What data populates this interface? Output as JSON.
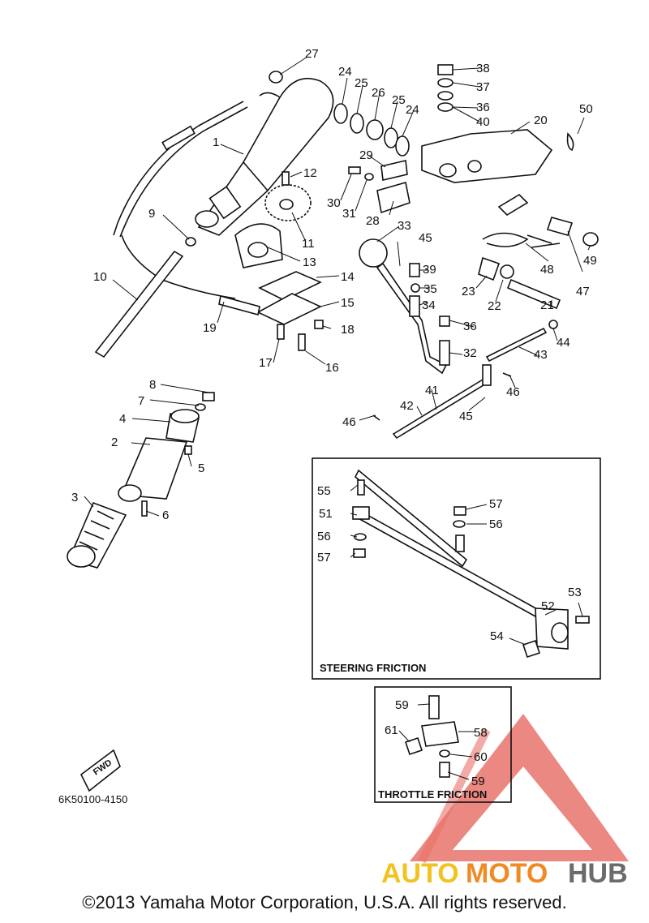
{
  "callouts": {
    "c1": "1",
    "c2": "2",
    "c3": "3",
    "c4": "4",
    "c5": "5",
    "c6": "6",
    "c7": "7",
    "c8": "8",
    "c9": "9",
    "c10": "10",
    "c11": "11",
    "c12": "12",
    "c13": "13",
    "c14": "14",
    "c15": "15",
    "c16": "16",
    "c17": "17",
    "c18": "18",
    "c19": "19",
    "c20": "20",
    "c21": "21",
    "c22": "22",
    "c23": "23",
    "c24a": "24",
    "c24b": "24",
    "c25a": "25",
    "c25b": "25",
    "c26": "26",
    "c27": "27",
    "c28": "28",
    "c29": "29",
    "c30": "30",
    "c31": "31",
    "c32": "32",
    "c33": "33",
    "c34": "34",
    "c35": "35",
    "c36a": "36",
    "c36b": "36",
    "c37": "37",
    "c38": "38",
    "c39": "39",
    "c40": "40",
    "c41": "41",
    "c42": "42",
    "c43": "43",
    "c44": "44",
    "c45a": "45",
    "c45b": "45",
    "c46a": "46",
    "c46b": "46",
    "c47": "47",
    "c48": "48",
    "c49": "49",
    "c50": "50",
    "c51": "51",
    "c52": "52",
    "c53": "53",
    "c54": "54",
    "c55": "55",
    "c56a": "56",
    "c56b": "56",
    "c57a": "57",
    "c57b": "57",
    "c58": "58",
    "c59a": "59",
    "c59b": "59",
    "c60": "60",
    "c61": "61"
  },
  "insets": {
    "steering_title": "STEERING FRICTION",
    "throttle_title": "THROTTLE FRICTION"
  },
  "fwd_label": "FWD",
  "diagram_code": "6K50100-4150",
  "watermark": {
    "auto": "AUTO",
    "moto": "MOTO",
    "hub": "HUB",
    "colors": {
      "auto": "#f2c21e",
      "moto": "#f08a24",
      "hub": "#6b6b6b",
      "triangle": "#e8736b"
    }
  },
  "copyright": "©2013 Yamaha Motor Corporation, U.S.A. All rights reserved."
}
